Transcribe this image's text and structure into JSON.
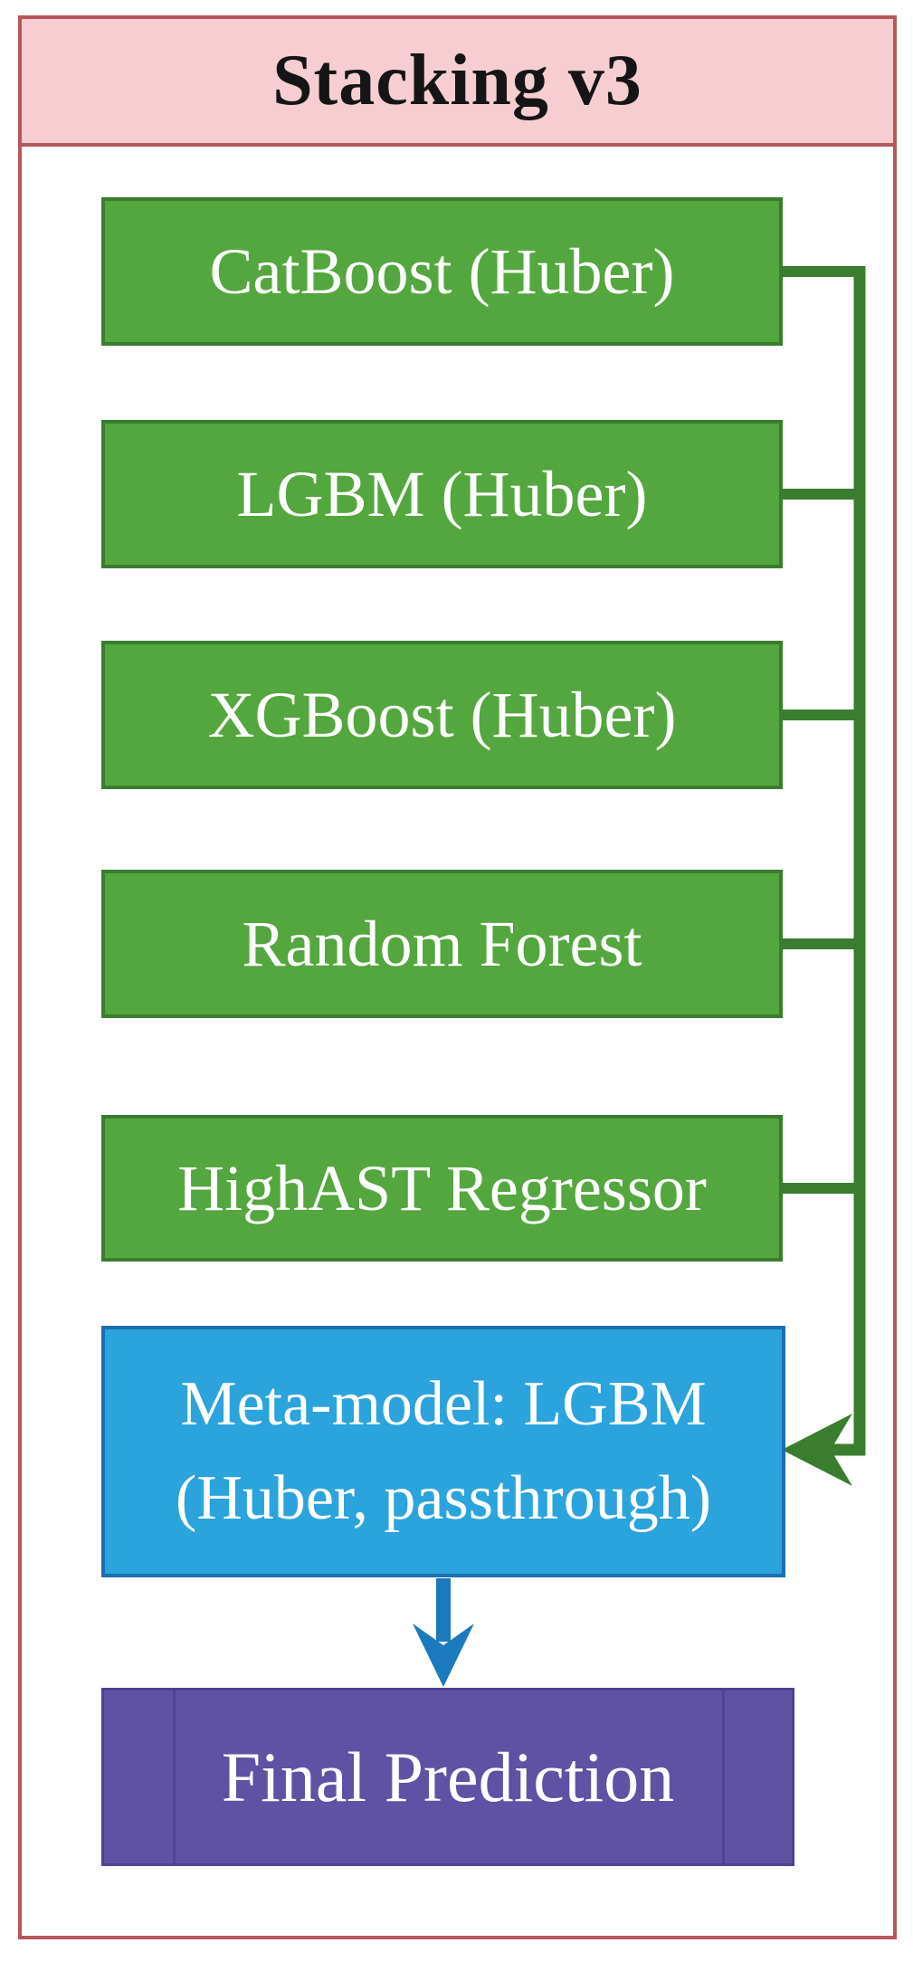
{
  "diagram": {
    "title": "Stacking v3",
    "base_models": [
      {
        "label": "CatBoost (Huber)"
      },
      {
        "label": "LGBM (Huber)"
      },
      {
        "label": "XGBoost (Huber)"
      },
      {
        "label": "Random Forest"
      },
      {
        "label": "HighAST Regressor"
      }
    ],
    "meta_model": {
      "line1": "Meta-model: LGBM",
      "line2": "(Huber, passthrough)"
    },
    "output": {
      "label": "Final Prediction"
    },
    "colors": {
      "frame_border": "#b4585c",
      "header_fill": "#f6ced1",
      "title_text": "#151515",
      "model_fill": "#54a63e",
      "model_border": "#3a7d2e",
      "connector_green": "#3a7d2e",
      "meta_fill": "#2ba3dc",
      "meta_border": "#1b6fae",
      "arrow_blue": "#1b79bd",
      "output_fill": "#5f51a4",
      "output_border": "#4d4194",
      "box_text": "#ffffff"
    }
  }
}
